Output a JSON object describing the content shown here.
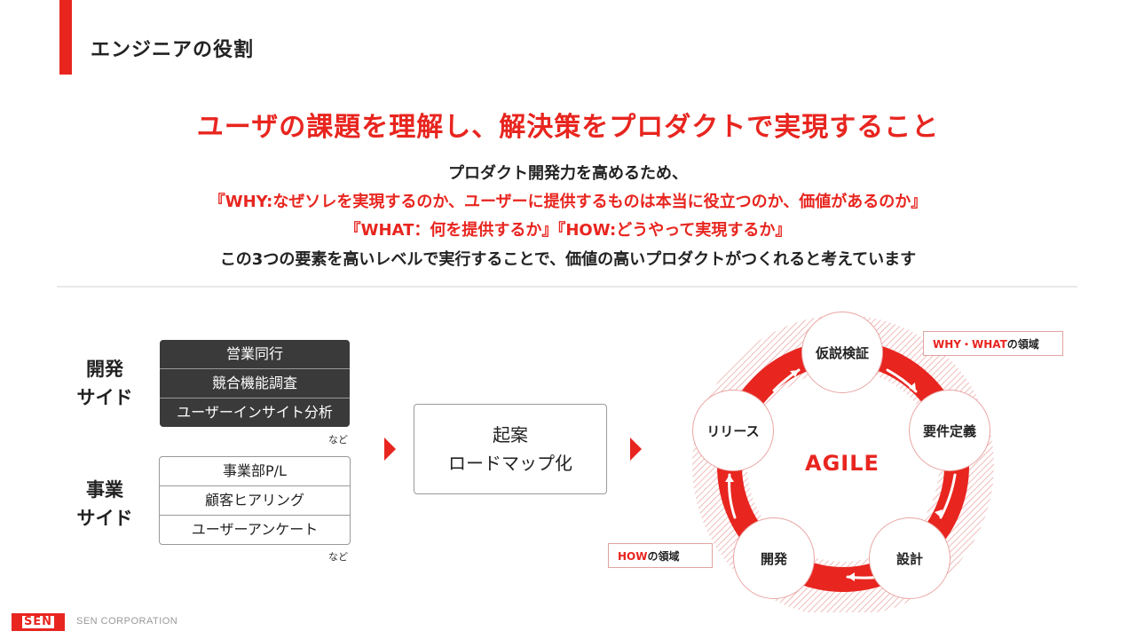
{
  "header": {
    "title": "エンジニアの役割"
  },
  "intro": {
    "headline": "ユーザの課題を理解し、解決策をプロダクトで実現すること",
    "lines": [
      "プロダクト開発力を高めるため、",
      "『WHY:なぜソレを実現するのか、ユーザーに提供するものは本当に役立つのか、価値があるのか』",
      "『WHAT：何を提供するか』『HOW:どうやって実現するか』",
      "この3つの要素を高いレベルで実行することで、価値の高いプロダクトがつくれると考えています"
    ]
  },
  "inputs": {
    "dev_side": {
      "label_line1": "開発",
      "label_line2": "サイド",
      "items": [
        "営業同行",
        "競合機能調査",
        "ユーザーインサイト分析"
      ],
      "note": "など"
    },
    "biz_side": {
      "label_line1": "事業",
      "label_line2": "サイド",
      "items": [
        "事業部P/L",
        "顧客ヒアリング",
        "ユーザーアンケート"
      ],
      "note": "など"
    }
  },
  "proposal": {
    "line1": "起案",
    "line2": "ロードマップ化"
  },
  "agile_cycle": {
    "center_label": "AGILE",
    "nodes": [
      "仮説検証",
      "要件定義",
      "設計",
      "開発",
      "リリース"
    ],
    "callouts": {
      "why_what": {
        "highlight": "WHY・WHAT",
        "suffix": "の領域"
      },
      "how": {
        "highlight": "HOW",
        "suffix": "の領域"
      }
    }
  },
  "footer": {
    "logo": "SEN",
    "company": "SEN CORPORATION"
  },
  "colors": {
    "accent": "#e8251f",
    "dark_box": "#3a3a3a",
    "text": "#222222"
  }
}
